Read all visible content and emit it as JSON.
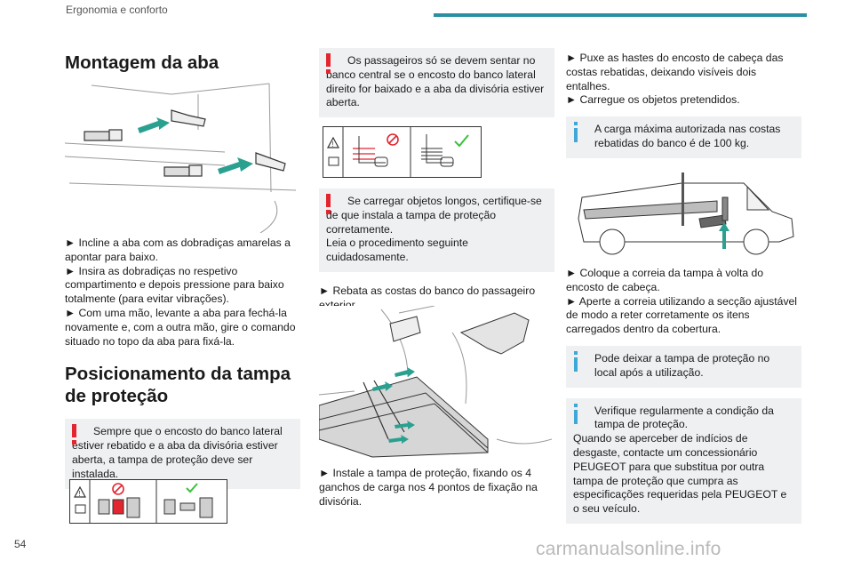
{
  "header": {
    "section": "Ergonomia e conforto"
  },
  "page_number": "54",
  "watermark": "carmanualsonline.info",
  "colors": {
    "accent": "#2a8fa3",
    "warning": "#e3252f",
    "info": "#3fa8d6",
    "note_bg": "#eef0f2"
  },
  "col1": {
    "heading1": "Montagem da aba",
    "steps": [
      "► Incline a aba com as dobradiças amarelas a apontar para baixo.",
      "► Insira as dobradiças no respetivo compartimento e depois pressione para baixo totalmente (para evitar vibrações).",
      "► Com uma mão, levante a aba para fechá-la novamente e, com a outra mão, gire o comando situado no topo da aba para fixá-la."
    ],
    "heading2_line1": "Posicionamento da tampa",
    "heading2_line2": "de proteção",
    "warning_first": "Sempre que o encosto do banco lateral",
    "warning_rest": "estiver rebatido e a aba da divisória estiver aberta, a tampa de proteção deve ser instalada."
  },
  "col2": {
    "warning1_first": "Os passageiros só se devem sentar no",
    "warning1_rest": "banco central se o encosto do banco lateral direito for baixado e a aba da divisória estiver aberta.",
    "warning2_first": "Se carregar objetos longos, certifique-se",
    "warning2_rest": "de que instala a tampa de proteção corretamente.",
    "warning2_extra": "Leia o procedimento seguinte cuidadosamente.",
    "step1": "► Rebata as costas do banco do passageiro exterior.",
    "step2": "► Instale a tampa de proteção, fixando os 4 ganchos de carga nos 4 pontos de fixação na divisória."
  },
  "col3": {
    "step1": "► Puxe as hastes do encosto de cabeça das costas rebatidas, deixando visíveis dois entalhes.",
    "step2": "► Carregue os objetos pretendidos.",
    "info1_first": "A carga máxima autorizada nas costas",
    "info1_rest": "rebatidas do banco é de 100 kg.",
    "step3": "► Coloque a correia da tampa à volta do encosto de cabeça.",
    "step4": "► Aperte a correia utilizando a secção ajustável de modo a reter corretamente os itens carregados dentro da cobertura.",
    "info2_first": "Pode deixar a tampa de proteção no",
    "info2_rest": "local após a utilização.",
    "info3_first": "Verifique regularmente a condição da",
    "info3_rest": "tampa de proteção.",
    "info3_extra": "Quando se aperceber de indícios de desgaste, contacte um concessionário PEUGEOT para que substitua por outra tampa de proteção que cumpra as especificações requeridas pela PEUGEOT e o seu veículo."
  }
}
